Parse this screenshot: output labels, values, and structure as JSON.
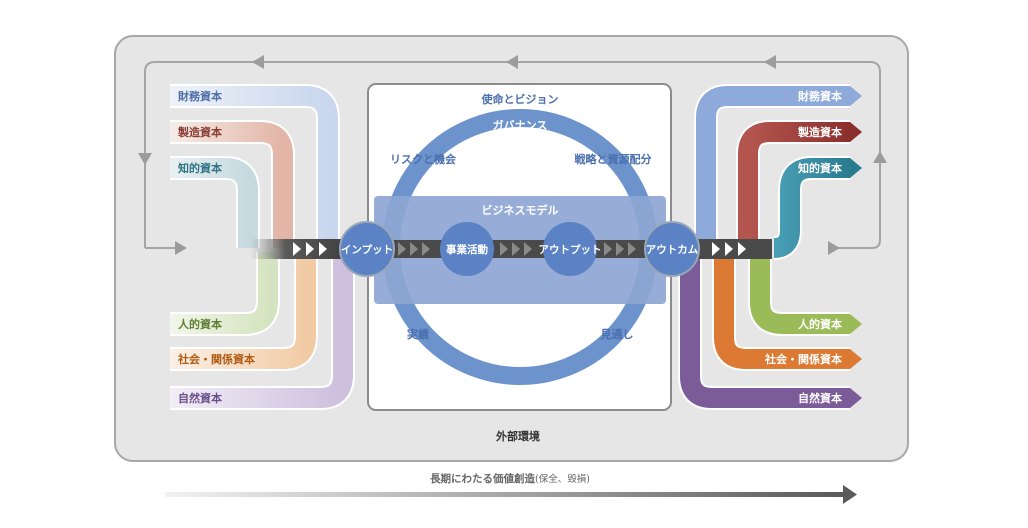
{
  "mission": "使命とビジョン",
  "governance": "ガバナンス",
  "risk": "リスクと機会",
  "strategy": "戦略と資源配分",
  "business_model": "ビジネスモデル",
  "performance": "実績",
  "outlook": "見通し",
  "external": "外部環境",
  "footer": "長期にわたる価値創造",
  "footer_note": "(保全、毀損)",
  "process": {
    "input": "インプット",
    "activity": "事業活動",
    "output": "アウトプット",
    "outcome": "アウトカム"
  },
  "inputs": [
    "財務資本",
    "製造資本",
    "知的資本",
    "人的資本",
    "社会・関係資本",
    "自然資本"
  ],
  "outputs": [
    "財務資本",
    "製造資本",
    "知的資本",
    "人的資本",
    "社会・関係資本",
    "自然資本"
  ],
  "colors": {
    "financial": "#8eaadb",
    "manufactured": "#943634",
    "intellectual": "#31859b",
    "human": "#9bbb59",
    "social": "#e36c09",
    "natural": "#8064a2",
    "circle": "#6d93cd",
    "business_band": "#8ea6d4",
    "node": "#5a82c4"
  }
}
